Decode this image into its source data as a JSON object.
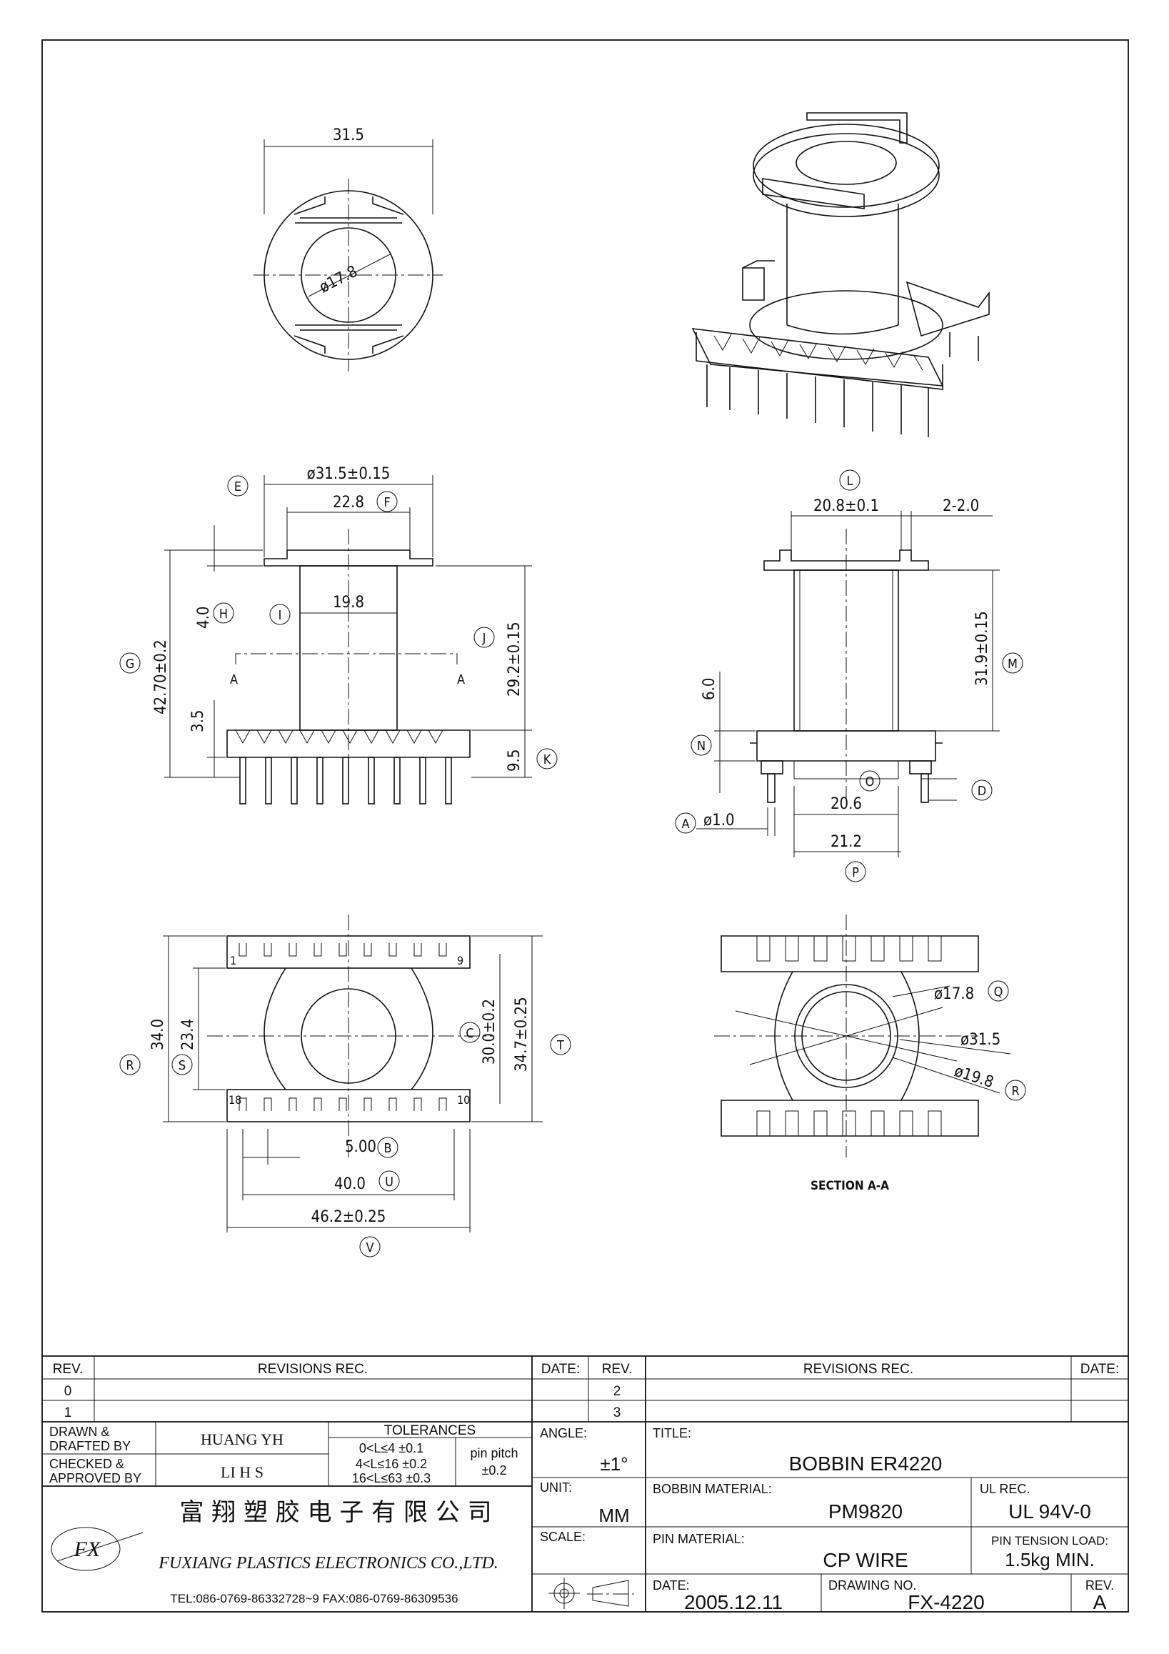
{
  "drawing": {
    "top_view": {
      "dia_outer": "31.5",
      "dia_inner": "ø17.8"
    },
    "front_view": {
      "dia_flange": "ø31.5±0.15",
      "width_top": "22.8",
      "core": "19.8",
      "height_total": "42.70±0.2",
      "flange_h": "4.0",
      "pin_h": "3.5",
      "winding_h": "29.2±0.15",
      "base_h": "9.5",
      "section_mark": "A"
    },
    "side_view": {
      "width_top": "20.8±0.1",
      "slot": "2-2.0",
      "height": "31.9±0.15",
      "base_h": "6.0",
      "pin_dia": "ø1.0",
      "inner_w": "20.6",
      "base_w": "21.2"
    },
    "bottom_view": {
      "h1": "34.0",
      "h2": "23.4",
      "h3": "30.0±0.2",
      "h4": "34.7±0.25",
      "pitch": "5.00",
      "pin_span": "40.0",
      "width": "46.2±0.25",
      "pin1": "1",
      "pin9": "9",
      "pin10": "10",
      "pin18": "18"
    },
    "section": {
      "d1": "ø17.8",
      "d2": "ø31.5",
      "d3": "ø19.8",
      "caption": "SECTION  A-A"
    },
    "labels": {
      "A": "A",
      "B": "B",
      "C": "C",
      "D": "D",
      "E": "E",
      "F": "F",
      "G": "G",
      "H": "H",
      "I": "I",
      "J": "J",
      "K": "K",
      "L": "L",
      "M": "M",
      "N": "N",
      "O": "O",
      "P": "P",
      "Q": "Q",
      "R": "R",
      "S": "S",
      "T": "T",
      "U": "U",
      "V": "V"
    }
  },
  "title_block": {
    "rev_header": "REV.",
    "revisions_header": "REVISIONS   REC.",
    "date_header": "DATE:",
    "rev_rows_left": [
      "0",
      "1"
    ],
    "rev_rows_right": [
      "2",
      "3"
    ],
    "drawn_label": "DRAWN  &\nDRAFTED BY",
    "drawn_value": "HUANG YH",
    "checked_label": "CHECKED &\nAPPROVED BY",
    "checked_value": "LI H S",
    "tolerances_label": "TOLERANCES",
    "tol_rows": [
      "0<L≤4    ±0.1",
      "4<L≤16  ±0.2",
      "16<L≤63  ±0.3"
    ],
    "pin_pitch_label": "pin pitch",
    "pin_pitch_value": "±0.2",
    "angle_label": "ANGLE:",
    "angle_value": "±1°",
    "unit_label": "UNIT:",
    "unit_value": "MM",
    "scale_label": "SCALE:",
    "title_label": "TITLE:",
    "title_value": "BOBBIN  ER4220",
    "bobbin_material_label": "BOBBIN  MATERIAL:",
    "bobbin_material_value": "PM9820",
    "ul_label": "UL REC.",
    "ul_value": "UL  94V-0",
    "pin_material_label": "PIN  MATERIAL:",
    "pin_material_value": "CP  WIRE",
    "pin_tension_label": "PIN TENSION LOAD:",
    "pin_tension_value": "1.5kg  MIN.",
    "date_label": "DATE:",
    "date_value": "2005.12.11",
    "drawing_no_label": "DRAWING  NO.",
    "drawing_no_value": "FX-4220",
    "rev_label": "REV.",
    "rev_value": "A",
    "company_cn": "富 翔 塑 胶 电 子 有 限 公 司",
    "company_en": "FUXIANG PLASTICS ELECTRONICS CO.,LTD.",
    "contact": "TEL:086-0769-86332728~9  FAX:086-0769-86309536",
    "logo_text": "FX"
  }
}
